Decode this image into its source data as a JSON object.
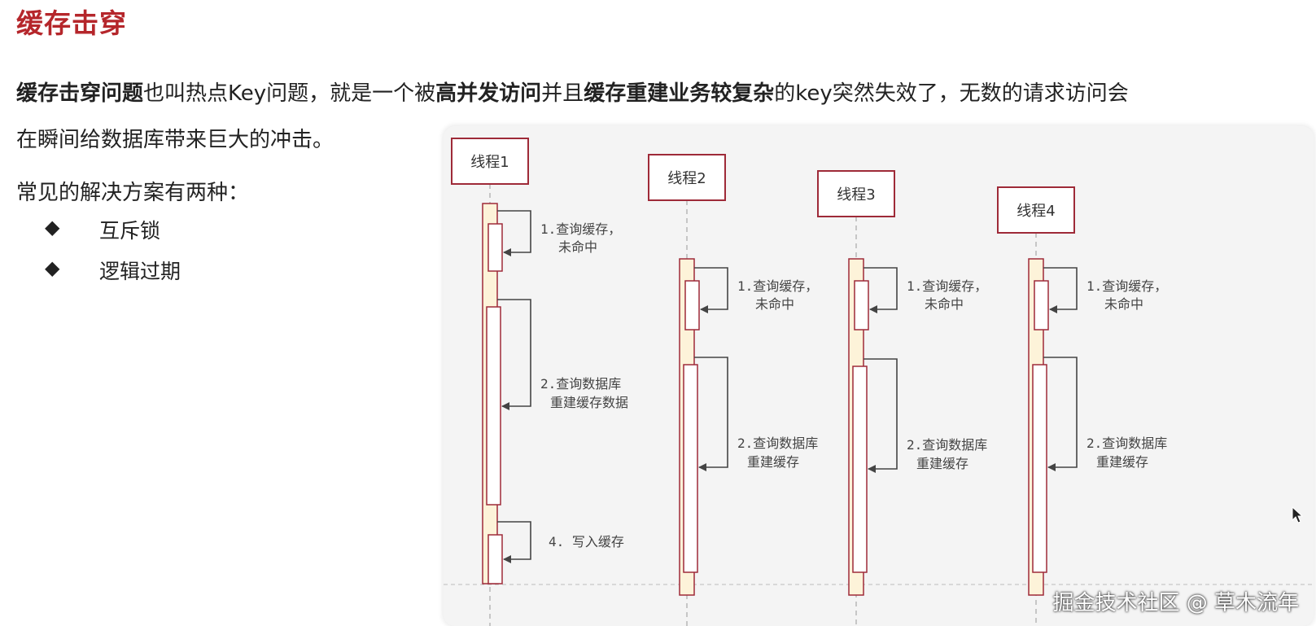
{
  "title": "缓存击穿",
  "paragraph": {
    "bold1": "缓存击穿问题",
    "text1": "也叫热点Key问题，就是一个被",
    "bold2": "高并发访问",
    "text2": "并且",
    "bold3": "缓存重建业务较复杂",
    "text3": "的key突然失效了，无数的请求访问会",
    "line2": "在瞬间给数据库带来巨大的冲击。"
  },
  "solutions_heading": "常见的解决方案有两种：",
  "bullets": [
    {
      "symbol": "◆",
      "label": "互斥锁"
    },
    {
      "symbol": "◆",
      "label": "逻辑过期"
    }
  ],
  "threads": [
    {
      "name": "线程1",
      "step1": [
        "1.查询缓存，",
        "未命中"
      ],
      "step2": [
        "2.查询数据库",
        "重建缓存数据"
      ],
      "step4": "4. 写入缓存"
    },
    {
      "name": "线程2",
      "step1": [
        "1.查询缓存，",
        "未命中"
      ],
      "step2": [
        "2.查询数据库",
        "重建缓存"
      ]
    },
    {
      "name": "线程3",
      "step1": [
        "1.查询缓存，",
        "未命中"
      ],
      "step2": [
        "2.查询数据库",
        "重建缓存"
      ]
    },
    {
      "name": "线程4",
      "step1": [
        "1.查询缓存，",
        "未命中"
      ],
      "step2": [
        "2.查询数据库",
        "重建缓存"
      ]
    }
  ],
  "watermark": "掘金技术社区 @ 草木流年",
  "colors": {
    "title": "#b5262b",
    "thread_border": "#9e2a38",
    "activation_fill": "#fdf3d9",
    "activation_border": "#9e2a38",
    "arrow": "#444444"
  }
}
